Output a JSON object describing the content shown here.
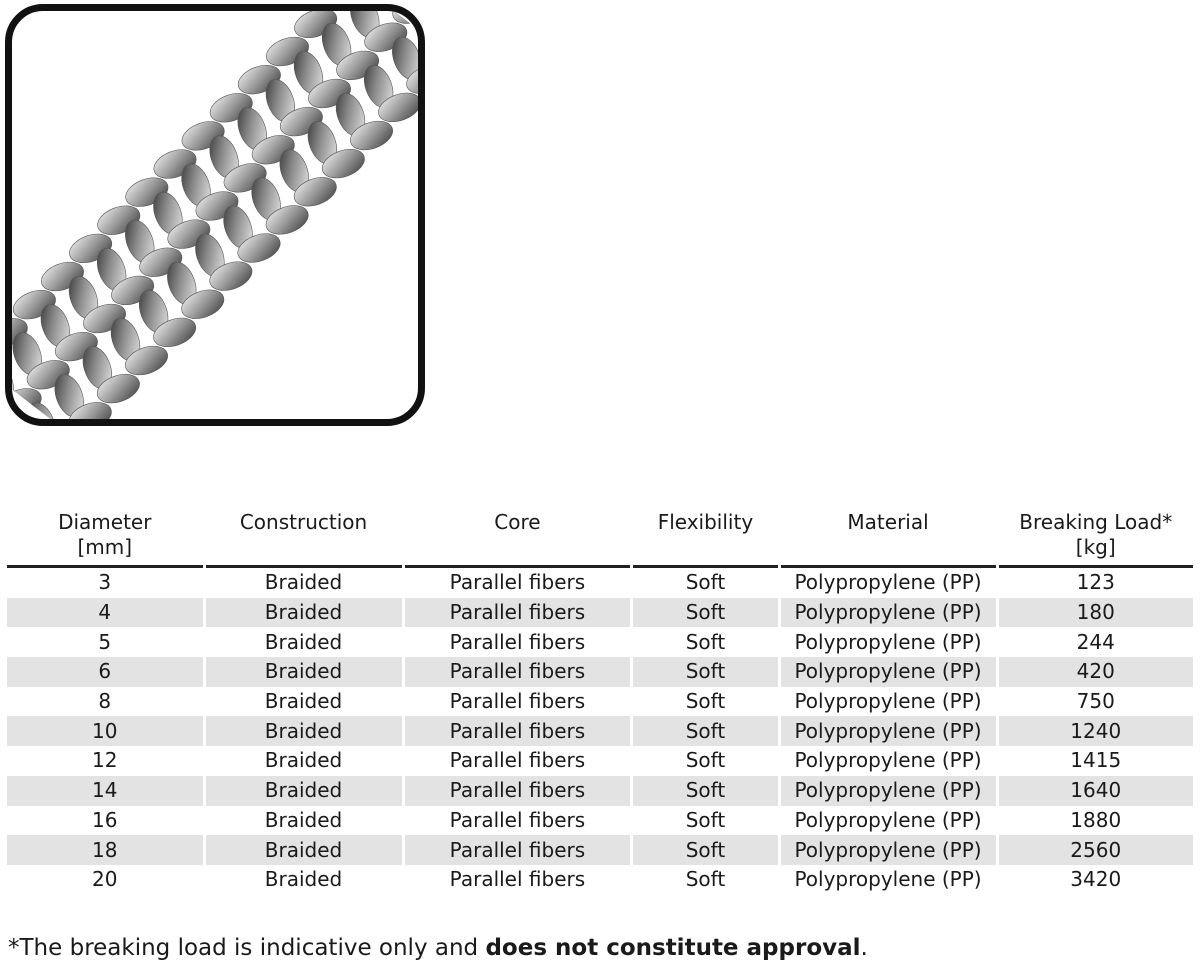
{
  "product_image": {
    "icon": "braided-rope-icon"
  },
  "table": {
    "headers": [
      {
        "label": "Diameter",
        "unit": "[mm]"
      },
      {
        "label": "Construction",
        "unit": ""
      },
      {
        "label": "Core",
        "unit": ""
      },
      {
        "label": "Flexibility",
        "unit": ""
      },
      {
        "label": "Material",
        "unit": ""
      },
      {
        "label": "Breaking Load*",
        "unit": "[kg]"
      }
    ],
    "rows": [
      [
        "3",
        "Braided",
        "Parallel fibers",
        "Soft",
        "Polypropylene (PP)",
        "123"
      ],
      [
        "4",
        "Braided",
        "Parallel fibers",
        "Soft",
        "Polypropylene (PP)",
        "180"
      ],
      [
        "5",
        "Braided",
        "Parallel fibers",
        "Soft",
        "Polypropylene (PP)",
        "244"
      ],
      [
        "6",
        "Braided",
        "Parallel fibers",
        "Soft",
        "Polypropylene (PP)",
        "420"
      ],
      [
        "8",
        "Braided",
        "Parallel fibers",
        "Soft",
        "Polypropylene (PP)",
        "750"
      ],
      [
        "10",
        "Braided",
        "Parallel fibers",
        "Soft",
        "Polypropylene (PP)",
        "1240"
      ],
      [
        "12",
        "Braided",
        "Parallel fibers",
        "Soft",
        "Polypropylene (PP)",
        "1415"
      ],
      [
        "14",
        "Braided",
        "Parallel fibers",
        "Soft",
        "Polypropylene (PP)",
        "1640"
      ],
      [
        "16",
        "Braided",
        "Parallel fibers",
        "Soft",
        "Polypropylene (PP)",
        "1880"
      ],
      [
        "18",
        "Braided",
        "Parallel fibers",
        "Soft",
        "Polypropylene (PP)",
        "2560"
      ],
      [
        "20",
        "Braided",
        "Parallel fibers",
        "Soft",
        "Polypropylene (PP)",
        "3420"
      ]
    ]
  },
  "footnote": {
    "prefix": "*The breaking load is indicative only and ",
    "bold": "does not constitute approval",
    "suffix": "."
  },
  "colors": {
    "row_alt": "#e3e3e3",
    "frame": "#111111",
    "rule": "#222222"
  }
}
